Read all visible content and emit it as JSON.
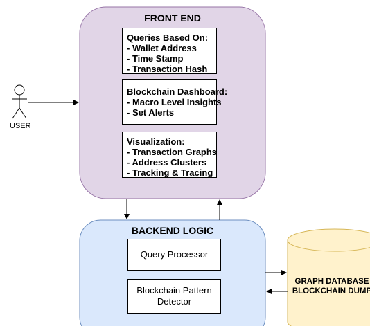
{
  "front_end": {
    "title": "FRONT END",
    "queries": {
      "heading": "Queries Based On:",
      "items": [
        "- Wallet Address",
        "- Time Stamp",
        "- Transaction Hash"
      ]
    },
    "dashboard": {
      "heading": "Blockchain Dashboard:",
      "items": [
        "- Macro Level Insights",
        "- Set Alerts"
      ]
    },
    "visualization": {
      "heading": "Visualization:",
      "items": [
        "- Transaction Graphs",
        "- Address Clusters",
        "- Tracking & Tracing"
      ]
    }
  },
  "backend": {
    "title": "BACKEND LOGIC",
    "query_processor": "Query Processor",
    "pattern_detector": "Blockchain Pattern Detector"
  },
  "database": {
    "line1": "GRAPH DATABASE",
    "line2": "BLOCKCHAIN DUMP"
  },
  "user": {
    "label": "USER"
  },
  "colors": {
    "front_end_fill": "#e1d5e7",
    "front_end_stroke": "#9673a6",
    "backend_fill": "#dae8fc",
    "backend_stroke": "#6c8ebf",
    "database_fill": "#fff2cc",
    "database_stroke": "#d6b656"
  }
}
